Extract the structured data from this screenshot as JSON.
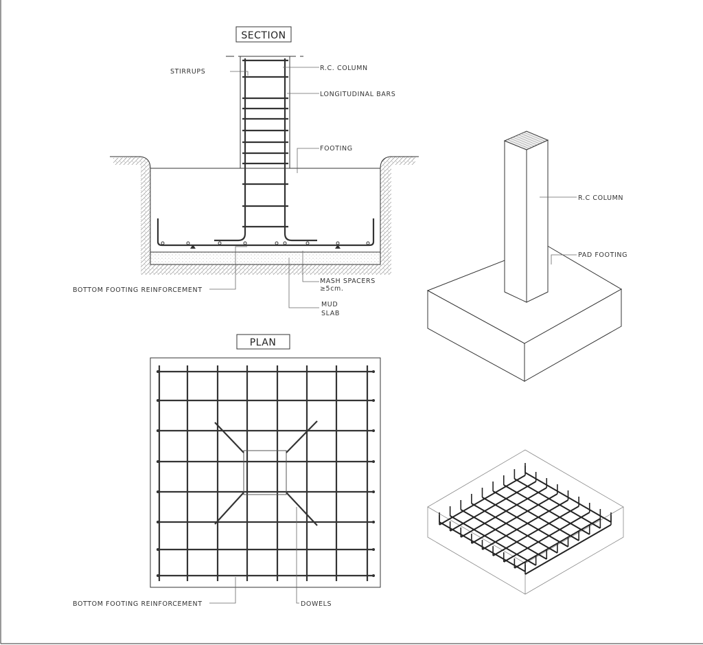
{
  "section": {
    "title": "SECTION",
    "labels": {
      "stirrups": "STIRRUPS",
      "rc_column": "R.C. COLUMN",
      "longitudinal_bars": "LONGITUDINAL BARS",
      "footing": "FOOTING",
      "bottom_reinforcement": "BOTTOM FOOTING REINFORCEMENT",
      "mash_spacers": "MASH SPACERS",
      "spacer_size": "≥5cm.",
      "mud": "MUD",
      "slab": "SLAB"
    }
  },
  "plan": {
    "title": "PLAN",
    "labels": {
      "bottom_reinforcement": "BOTTOM FOOTING REINFORCEMENT",
      "dowels": "DOWELS"
    }
  },
  "isometric": {
    "labels": {
      "rc_column": "R.C COLUMN",
      "pad_footing": "PAD FOOTING"
    }
  }
}
